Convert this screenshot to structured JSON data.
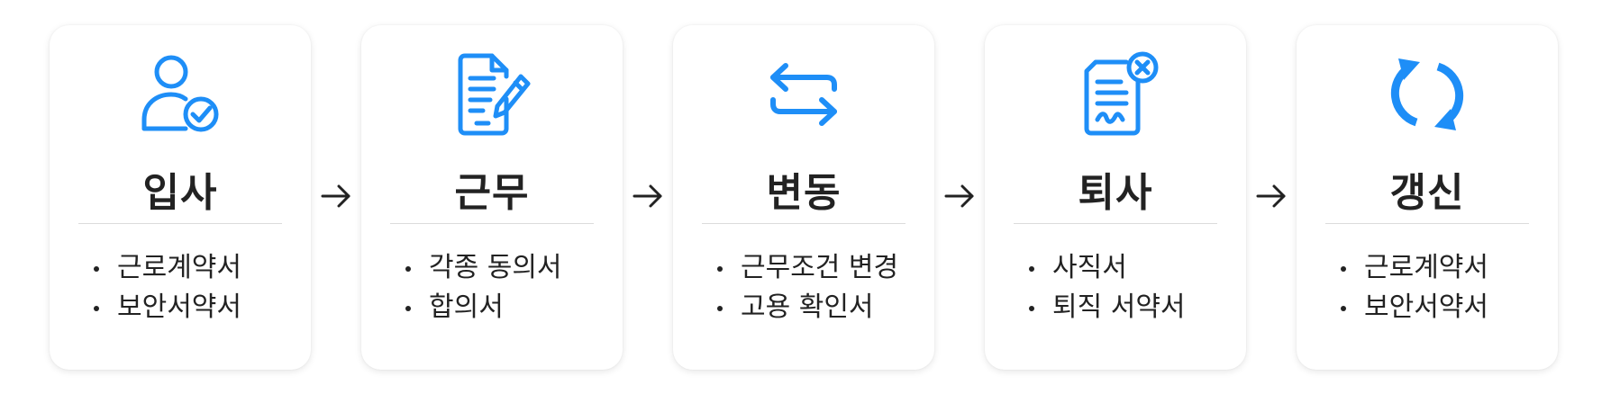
{
  "colors": {
    "accent": "#1E8EF7",
    "text": "#222222",
    "divider": "#DCDCDC"
  },
  "steps": [
    {
      "icon": "user-check-icon",
      "title": "입사",
      "items": [
        "근로계약서",
        "보안서약서"
      ]
    },
    {
      "icon": "document-edit-icon",
      "title": "근무",
      "items": [
        "각종 동의서",
        "합의서"
      ]
    },
    {
      "icon": "exchange-arrows-icon",
      "title": "변동",
      "items": [
        "근무조건 변경",
        "고용 확인서"
      ]
    },
    {
      "icon": "document-cancel-icon",
      "title": "퇴사",
      "items": [
        "사직서",
        "퇴직 서약서"
      ]
    },
    {
      "icon": "refresh-icon",
      "title": "갱신",
      "items": [
        "근로계약서",
        "보안서약서"
      ]
    }
  ]
}
